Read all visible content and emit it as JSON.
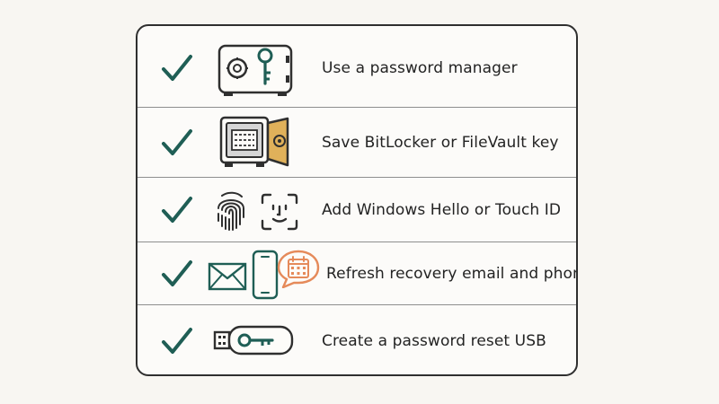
{
  "colors": {
    "accent_green": "#1f5e55",
    "accent_orange": "#e58a5a",
    "vault_gold": "#e0b15a",
    "ink": "#2f2f2f",
    "background": "#f8f6f2"
  },
  "checklist": {
    "items": [
      {
        "label": "Use a password manager",
        "icons": [
          "password-safe-icon",
          "key-icon"
        ],
        "checked": true
      },
      {
        "label": "Save BitLocker or FileVault key",
        "icons": [
          "open-vault-icon"
        ],
        "checked": true
      },
      {
        "label": "Add Windows Hello or Touch ID",
        "icons": [
          "fingerprint-icon",
          "face-id-icon"
        ],
        "checked": true
      },
      {
        "label": "Refresh recovery email and phone",
        "icons": [
          "envelope-icon",
          "smartphone-icon",
          "calendar-bubble-icon"
        ],
        "checked": true
      },
      {
        "label": "Create a password reset USB",
        "icons": [
          "usb-key-icon"
        ],
        "checked": true
      }
    ]
  }
}
